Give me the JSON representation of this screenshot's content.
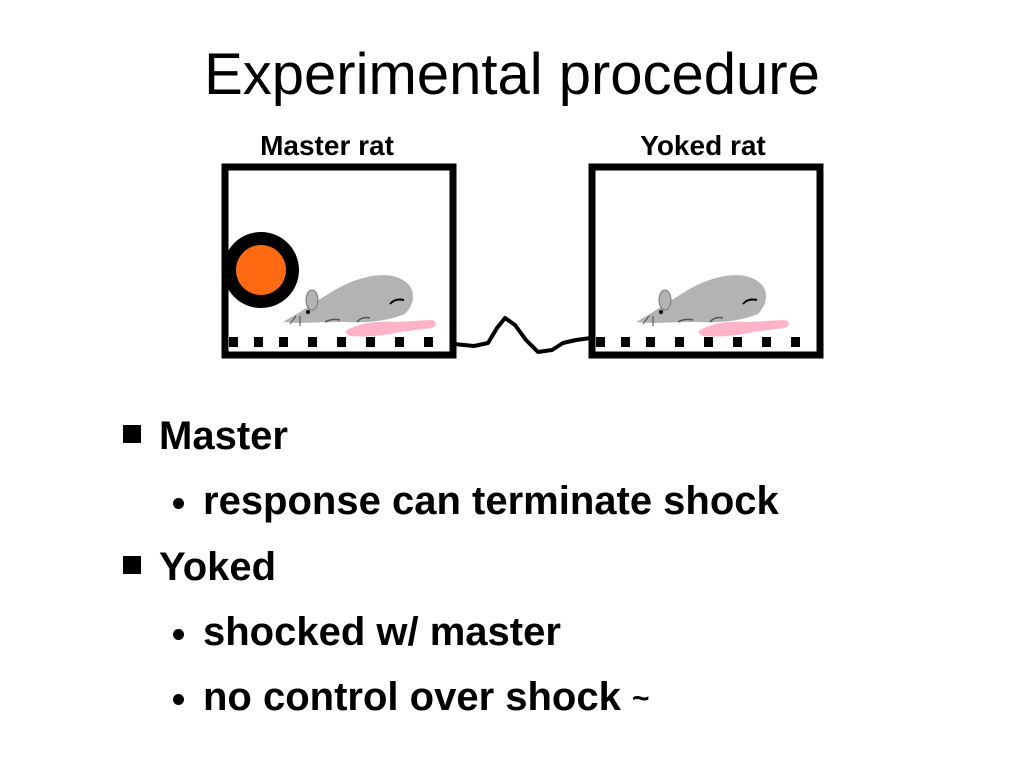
{
  "slide": {
    "title": "Experimental procedure"
  },
  "diagram": {
    "master_label": "Master rat",
    "yoked_label": "Yoked rat",
    "colors": {
      "lever_outer": "#000000",
      "lever_inner": "#ff6a13",
      "rat_body": "#b3b3b3",
      "rat_tail": "#ffb3c8",
      "box_border": "#000000"
    }
  },
  "bullets": [
    {
      "level": 1,
      "text": "Master"
    },
    {
      "level": 2,
      "text": "response can terminate shock"
    },
    {
      "level": 1,
      "text": "Yoked"
    },
    {
      "level": 2,
      "text": "shocked w/ master"
    },
    {
      "level": 2,
      "text": "no control over shock",
      "suffix": "~"
    }
  ]
}
